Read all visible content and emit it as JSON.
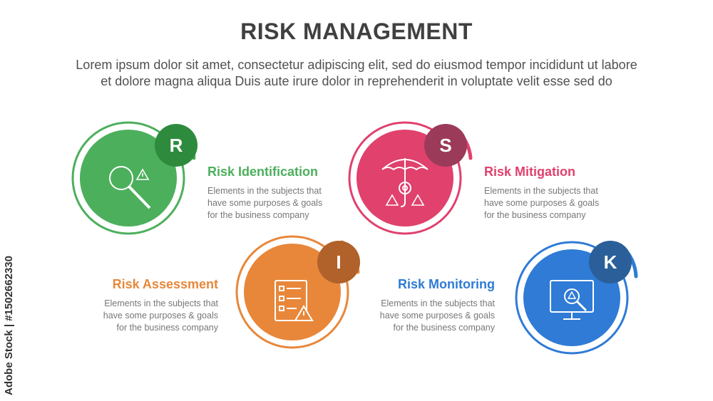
{
  "title": "RISK MANAGEMENT",
  "subtitle_line1": "Lorem ipsum dolor sit amet, consectetur adipiscing elit, sed do eiusmod tempor incididunt ut labore",
  "subtitle_line2": "et dolore magna aliqua Duis aute irure dolor in reprehenderit in voluptate velit esse sed do",
  "watermark": "Adobe Stock | #1502662330",
  "items": [
    {
      "letter": "R",
      "title": "Risk Identification",
      "text_line1": "Elements in the subjects that",
      "text_line2": "have  some purposes & goals",
      "text_line3": "for the  business company",
      "color": "#4caf5c",
      "dark": "#2e8b3e",
      "icon": "magnifier-warning-icon"
    },
    {
      "letter": "I",
      "title": "Risk Assessment",
      "text_line1": "Elements in the subjects that",
      "text_line2": "have  some purposes & goals",
      "text_line3": "for the  business company",
      "color": "#e8873a",
      "dark": "#b0622a",
      "icon": "checklist-warning-icon"
    },
    {
      "letter": "S",
      "title": "Risk Mitigation",
      "text_line1": "Elements in the subjects that",
      "text_line2": "have  some purposes & goals",
      "text_line3": "for the  business company",
      "color": "#e0416d",
      "dark": "#9c3a5a",
      "icon": "umbrella-gear-icon"
    },
    {
      "letter": "K",
      "title": "Risk Monitoring",
      "text_line1": "Elements in the subjects that",
      "text_line2": "have  some purposes & goals",
      "text_line3": "for the  business company",
      "color": "#2f7bd6",
      "dark": "#2a5f9a",
      "icon": "monitor-search-icon"
    }
  ]
}
